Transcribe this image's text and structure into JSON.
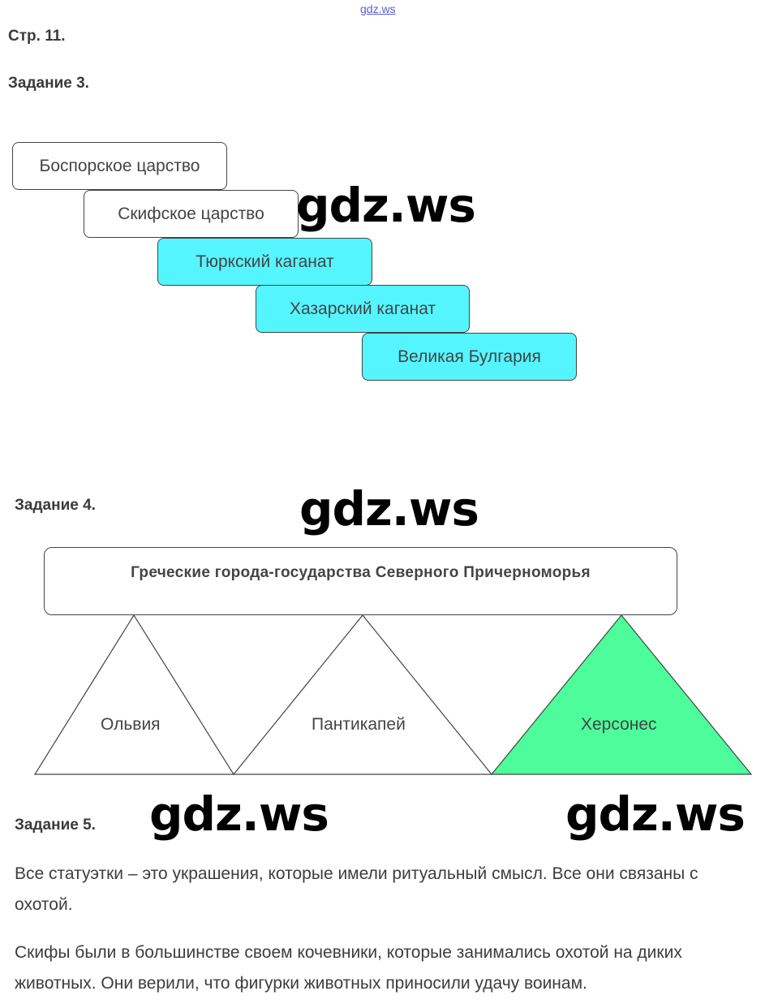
{
  "header": {
    "site_link": "gdz.ws",
    "page": "Стр. 11."
  },
  "task3": {
    "title": "Задание 3.",
    "boxes": [
      {
        "label": "Боспорское царство",
        "color": "#ffffff"
      },
      {
        "label": "Скифское царство",
        "color": "#ffffff"
      },
      {
        "label": "Тюркский каганат",
        "color": "#55f5ff"
      },
      {
        "label": "Хазарский каганат",
        "color": "#55f5ff"
      },
      {
        "label": "Великая Булгария",
        "color": "#55f5ff"
      }
    ]
  },
  "task4": {
    "title": "Задание 4.",
    "header": "Греческие города-государства Северного Причерноморья",
    "cities": [
      {
        "label": "Ольвия",
        "color": "#ffffff"
      },
      {
        "label": "Пантикапей",
        "color": "#ffffff"
      },
      {
        "label": "Херсонес",
        "color": "#4dfc9b"
      }
    ]
  },
  "task5": {
    "title": "Задание 5.",
    "paragraphs": [
      "Все статуэтки – это украшения, которые имели ритуальный смысл. Все они связаны с охотой.",
      "Скифы были в большинстве своем кочевники, которые занимались охотой на диких животных. Они верили, что фигурки животных приносили удачу воинам."
    ]
  },
  "watermarks": [
    "gdz.ws",
    "gdz.ws",
    "gdz.ws",
    "gdz.ws"
  ]
}
